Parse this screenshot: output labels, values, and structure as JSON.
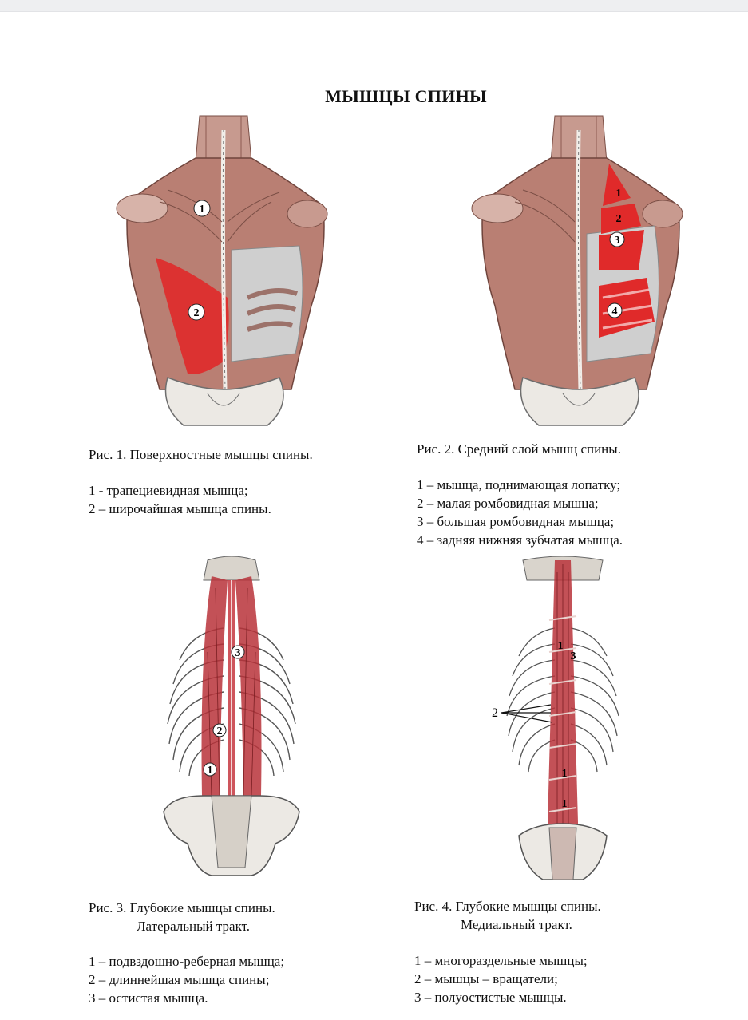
{
  "title": "МЫШЦЫ СПИНЫ",
  "colors": {
    "muscle": "#b97f73",
    "muscle_dark": "#8e5a50",
    "highlight": "#e02a2a",
    "bone": "#e6e2dc",
    "skin_grey": "#cfcfcf",
    "deep_red": "#b8323a"
  },
  "fig1": {
    "caption": "Рис. 1. Поверхностные мышцы спины.",
    "labels": [
      "1",
      "2"
    ],
    "legend": [
      "1 -  трапециевидная мышца;",
      "2 – широчайшая мышца спины."
    ]
  },
  "fig2": {
    "caption": "Рис. 2. Средний слой мышц спины.",
    "labels": [
      "1",
      "2",
      "3",
      "4"
    ],
    "legend": [
      "1 – мышца, поднимающая лопатку;",
      "2 – малая ромбовидная мышца;",
      "3 – большая ромбовидная мышца;",
      "4 – задняя нижняя зубчатая мышца."
    ]
  },
  "fig3": {
    "caption_line1": "Рис. 3. Глубокие мышцы спины.",
    "caption_line2": "Латеральный тракт.",
    "labels": [
      "3",
      "2",
      "1"
    ],
    "legend": [
      "1 – подвздошно-реберная мышца;",
      "2 – длиннейшая мышца спины;",
      "3 – остистая мышца."
    ]
  },
  "fig4": {
    "caption_line1": "Рис. 4. Глубокие мышцы спины.",
    "caption_line2": "Медиальный тракт.",
    "labels": [
      "1",
      "3",
      "2",
      "1",
      "1"
    ],
    "legend": [
      "1 – многораздельные мышцы;",
      "2 – мышцы – вращатели;",
      "3 – полуостистые мышцы."
    ]
  }
}
